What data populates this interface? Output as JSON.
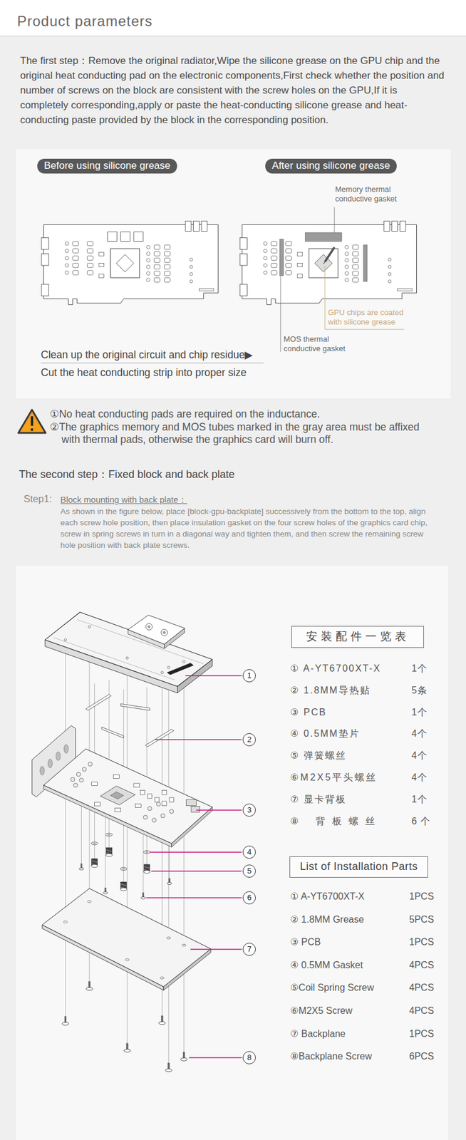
{
  "diagram": {
    "title": "Product parameters",
    "nodes": [
      {
        "text": [
          "Before using silicone grease"
        ]
      },
      {
        "text": [
          "After using silicone grease"
        ]
      },
      {
        "text": [
          "1"
        ]
      },
      {
        "text": [
          "2"
        ]
      },
      {
        "text": [
          "3"
        ]
      },
      {
        "text": [
          "4"
        ]
      },
      {
        "text": [
          "5"
        ]
      },
      {
        "text": [
          "6"
        ]
      },
      {
        "text": [
          "7"
        ]
      },
      {
        "text": [
          "8"
        ]
      },
      {
        "text": [
          "安装配件一览表"
        ]
      },
      {
        "text": [
          "List of Installation Parts"
        ]
      }
    ],
    "labels": [
      "The first step：Remove the original radiator,Wipe the silicone grease on the GPU chip and the original heat conducting pad on the electronic components,First check whether the position and number of screws on the block are consistent with the screw holes on the GPU,If it is completely corresponding,apply or paste the heat-conducting silicone grease and heat-conducting paste provided by the block in the corresponding position.",
      "Memory thermal conductive gasket",
      "GPU chips are coated with silicone grease",
      "MOS thermal conductive gasket",
      "Clean up the original circuit and chip residue▶",
      "Cut the heat conducting strip into proper size",
      "①No heat conducting pads are required on the inductance.",
      "②The graphics memory and MOS tubes marked in the gray area must be affixed with thermal pads, otherwise the graphics card will burn off.",
      "The second step：Fixed block and back plate",
      "Step1:",
      "Block mounting with back plate：",
      "As shown in the figure below, place [block-gpu-backplate] successively from the bottom to the top, align each screw hole position, then place insulation gasket on the four screw holes of the graphics card chip, screw in spring screws in turn in a diagonal way and tighten them, and then screw the remaining screw hole position with back plate screws.",
      "① A-YT6700XT-X",
      "1个",
      "② 1.8MM导热贴",
      "5条",
      "③ PCB",
      "1个",
      "④ 0.5MM垫片",
      "4个",
      "⑤ 弹簧螺丝",
      "4个",
      "⑥M2X5平头螺丝",
      "4个",
      "⑦ 显卡背板",
      "1个",
      "⑧ 背板螺丝",
      "6 个",
      "① A-YT6700XT-X",
      "1PCS",
      "② 1.8MM Grease",
      "5PCS",
      "③ PCB",
      "1PCS",
      "④ 0.5MM Gasket",
      "4PCS",
      "⑤Coil Spring Screw",
      "4PCS",
      "⑥M2X5 Screw",
      "4PCS",
      "⑦ Backplane",
      "1PCS",
      "⑧Backplane Screw",
      "6PCS"
    ]
  }
}
